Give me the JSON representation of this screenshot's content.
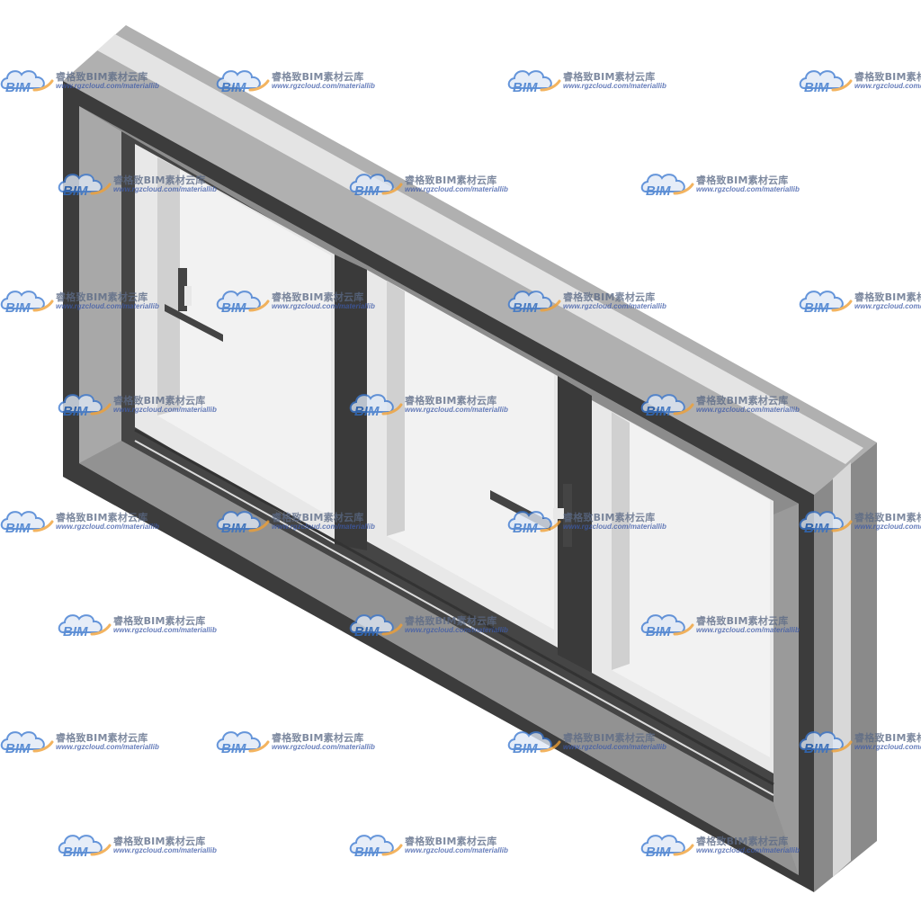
{
  "watermark": {
    "logo_text": "BIM",
    "brand": "睿格致BIM素材云库",
    "url": "www.rgzcloud.com/materiallib"
  },
  "colors": {
    "frame_dark": "#3a3a3a",
    "frame_face": "#9a9a9a",
    "frame_top": "#b0b0b0",
    "frame_stripe": "#e6e6e6",
    "frame_side": "#7c7c7c",
    "reveal_left": "#a6a6a6",
    "reveal_bottom": "#8f8f8f",
    "glass": "#f1f1f1",
    "sash": "#4a4a4a",
    "watermark_blue": "#2f6fc9",
    "watermark_orange": "#f0a034"
  },
  "object": {
    "type": "sliding-window",
    "panes": 3
  }
}
